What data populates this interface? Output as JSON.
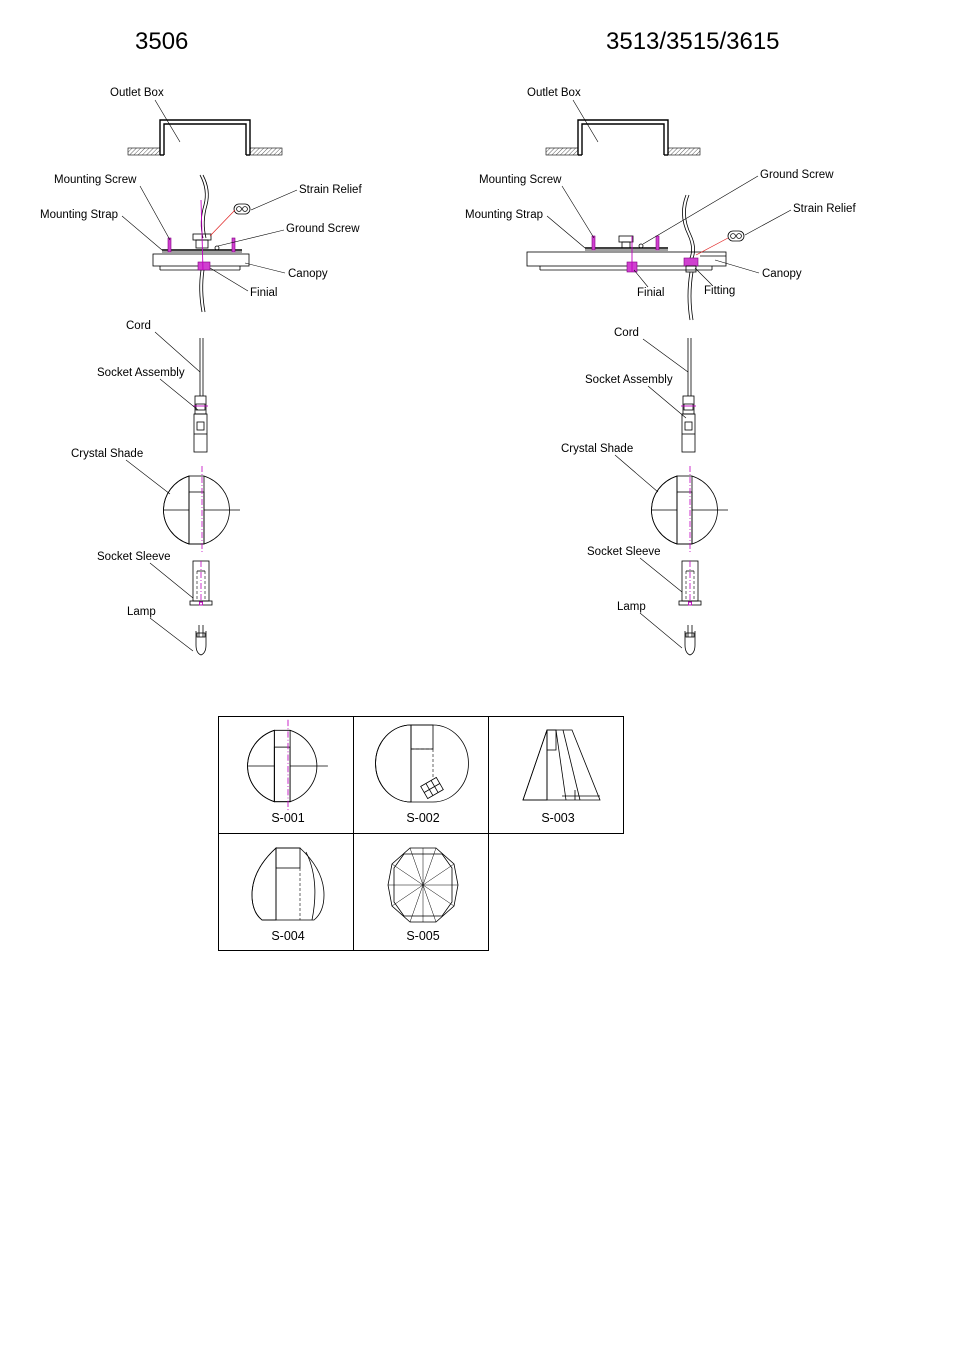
{
  "titles": {
    "left_model": "3506",
    "right_model": "3513/3515/3615"
  },
  "left_labels": {
    "outlet_box": "Outlet Box",
    "mounting_screw": "Mounting Screw",
    "strain_relief": "Strain Relief",
    "mounting_strap": "Mounting Strap",
    "ground_screw": "Ground Screw",
    "canopy": "Canopy",
    "finial": "Finial",
    "cord": "Cord",
    "socket_assembly": "Socket Assembly",
    "crystal_shade": "Crystal Shade",
    "socket_sleeve": "Socket Sleeve",
    "lamp": "Lamp"
  },
  "right_labels": {
    "outlet_box": "Outlet Box",
    "ground_screw": "Ground Screw",
    "mounting_screw": "Mounting Screw",
    "strain_relief": "Strain Relief",
    "mounting_strap": "Mounting Strap",
    "canopy": "Canopy",
    "finial": "Finial",
    "fitting": "Fitting",
    "cord": "Cord",
    "socket_assembly": "Socket Assembly",
    "crystal_shade": "Crystal Shade",
    "socket_sleeve": "Socket Sleeve",
    "lamp": "Lamp"
  },
  "shades": [
    {
      "code": "S-001"
    },
    {
      "code": "S-002"
    },
    {
      "code": "S-003"
    },
    {
      "code": "S-004"
    },
    {
      "code": "S-005"
    }
  ]
}
